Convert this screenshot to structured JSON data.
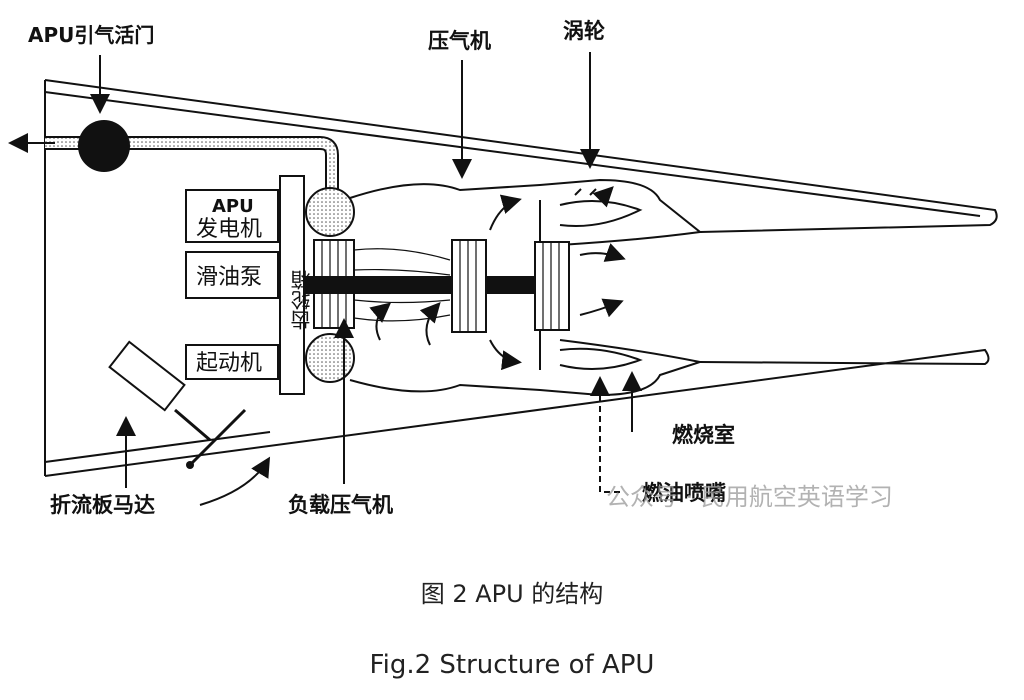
{
  "labels": {
    "apu_bleed_valve": "APU引气活门",
    "compressor": "压气机",
    "turbine": "涡轮",
    "apu_generator_line1": "APU",
    "apu_generator_line2": "发电机",
    "lube_pump": "滑油泵",
    "gearbox": "齿轮箱",
    "starter": "起动机",
    "combustor": "燃烧室",
    "fuel_nozzle": "燃油喷嘴",
    "flap_motor": "折流板马达",
    "load_compressor": "负载压气机"
  },
  "watermark": "公众号 · 民用航空英语学习",
  "caption": {
    "zh": "图 2 APU 的结构",
    "en": "Fig.2 Structure of APU"
  }
}
